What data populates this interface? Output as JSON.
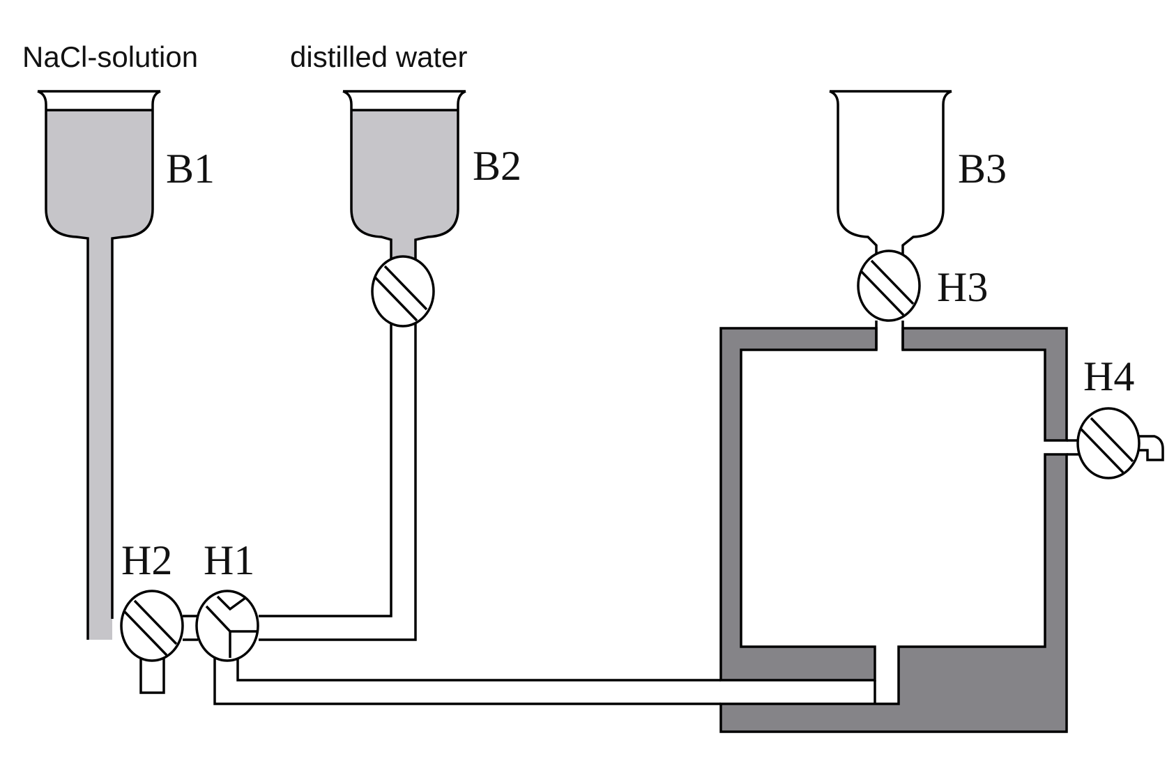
{
  "labels": {
    "nacl": "NaCl-solution",
    "water": "distilled water",
    "b1": "B1",
    "b2": "B2",
    "b3": "B3",
    "h1": "H1",
    "h2": "H2",
    "h3": "H3",
    "h4": "H4"
  },
  "colors": {
    "liquid": "#c6c5c9",
    "wall": "#858488",
    "line": "#000000",
    "background": "#ffffff"
  }
}
